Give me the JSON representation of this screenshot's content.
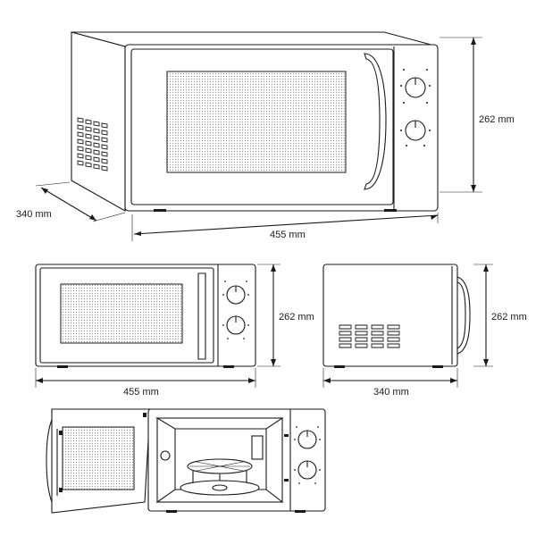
{
  "iso_view": {
    "height_label": "262 mm",
    "depth_label": "340 mm",
    "width_label": "455 mm"
  },
  "front_view": {
    "width_label": "455 mm",
    "height_label": "262 mm"
  },
  "side_view": {
    "depth_label": "340 mm",
    "height_label": "262 mm"
  }
}
